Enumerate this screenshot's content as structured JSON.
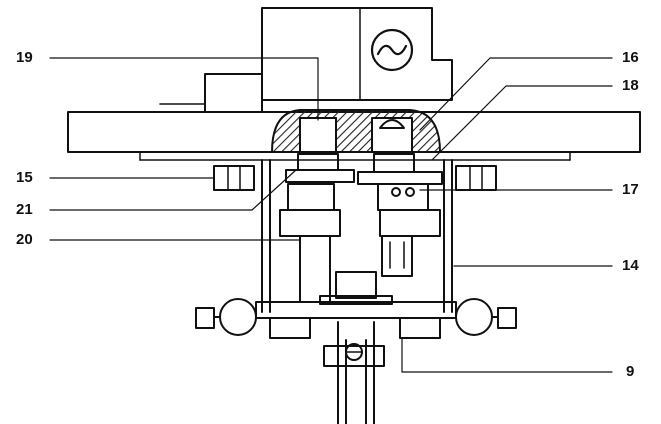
{
  "callouts": {
    "c19": "19",
    "c16": "16",
    "c18": "18",
    "c15": "15",
    "c17": "17",
    "c21": "21",
    "c20": "20",
    "c14": "14",
    "c9": "9"
  },
  "colors": {
    "line": "#111111",
    "hatch": "#222222",
    "background": "#ffffff"
  }
}
